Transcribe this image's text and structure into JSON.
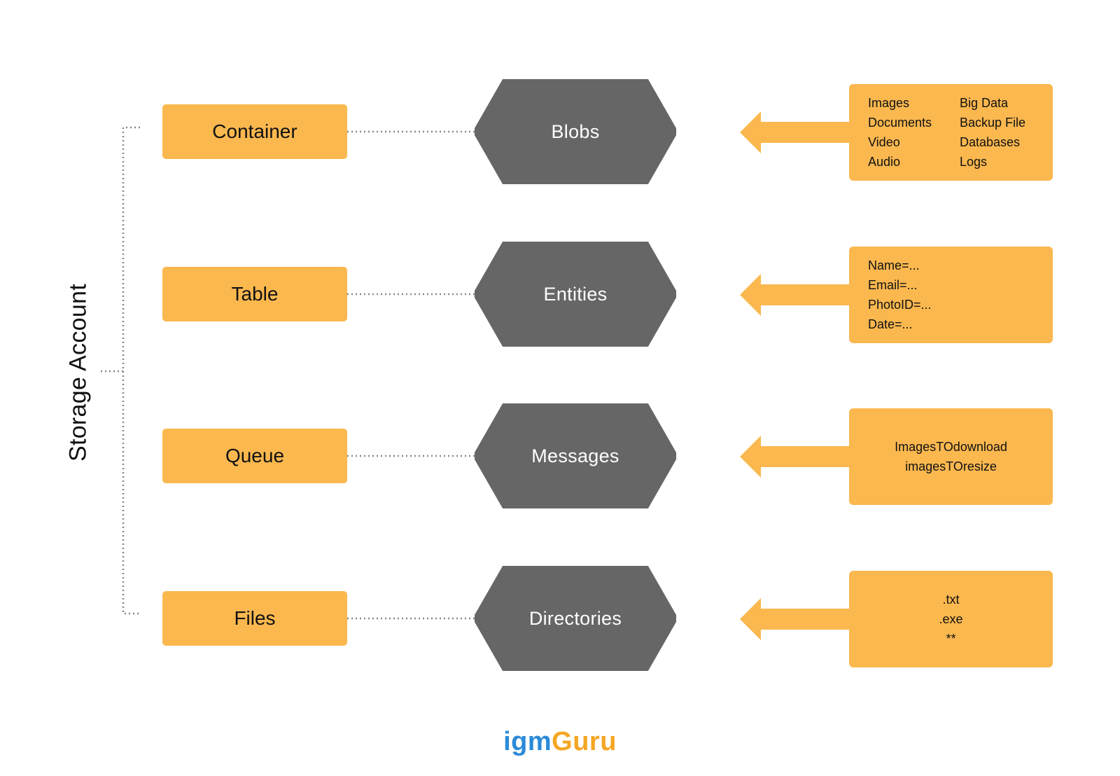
{
  "storage_account": {
    "label": "Storage Account"
  },
  "rows": [
    {
      "type": "Container",
      "item": "Blobs",
      "examples": [
        "Images",
        "Documents",
        "Video",
        "Audio",
        "Big Data",
        "Backup File",
        "Databases",
        "Logs"
      ]
    },
    {
      "type": "Table",
      "item": "Entities",
      "examples": [
        "Name=...",
        "Email=...",
        "PhotoID=...",
        "Date=..."
      ]
    },
    {
      "type": "Queue",
      "item": "Messages",
      "examples": [
        "ImagesTOdownload",
        "imagesTOresize"
      ]
    },
    {
      "type": "Files",
      "item": "Directories",
      "examples": [
        ".txt",
        ".exe",
        "**"
      ]
    }
  ],
  "logo": {
    "part1": "igm",
    "part2": "Guru"
  },
  "colors": {
    "box": "#FBB84F",
    "hexagon": "#666666",
    "connector": "#888888",
    "logo_blue": "#2B8AD9",
    "logo_orange": "#F5A623"
  }
}
